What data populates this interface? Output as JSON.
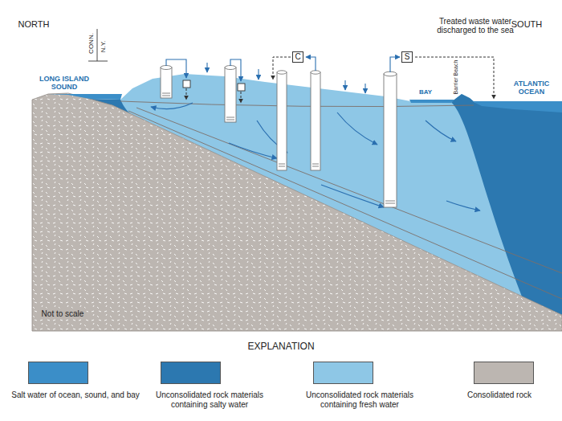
{
  "diagram": {
    "nodes": [
      {
        "text": [
          "C"
        ]
      },
      {
        "text": [
          "S"
        ]
      }
    ],
    "labels": [
      "NORTH",
      "SOUTH",
      "CONN.",
      "N.Y.",
      "LONG ISLAND SOUND",
      "Treated waste water discharged to the sea",
      "BAY",
      "Barrier Beach",
      "ATLANTIC OCEAN",
      "Not to scale",
      "EXPLANATION"
    ],
    "legend": [
      {
        "text": "Salt water of ocean, sound, and bay",
        "color": "#3b8ec8"
      },
      {
        "text": "Unconsolidated rock materials containing salty water",
        "color": "#2c78b0"
      },
      {
        "text": "Unconsolidated rock materials containing fresh water",
        "color": "#8ec7e6"
      },
      {
        "text": "Consolidated rock",
        "color": "#bcb6b1"
      }
    ]
  }
}
